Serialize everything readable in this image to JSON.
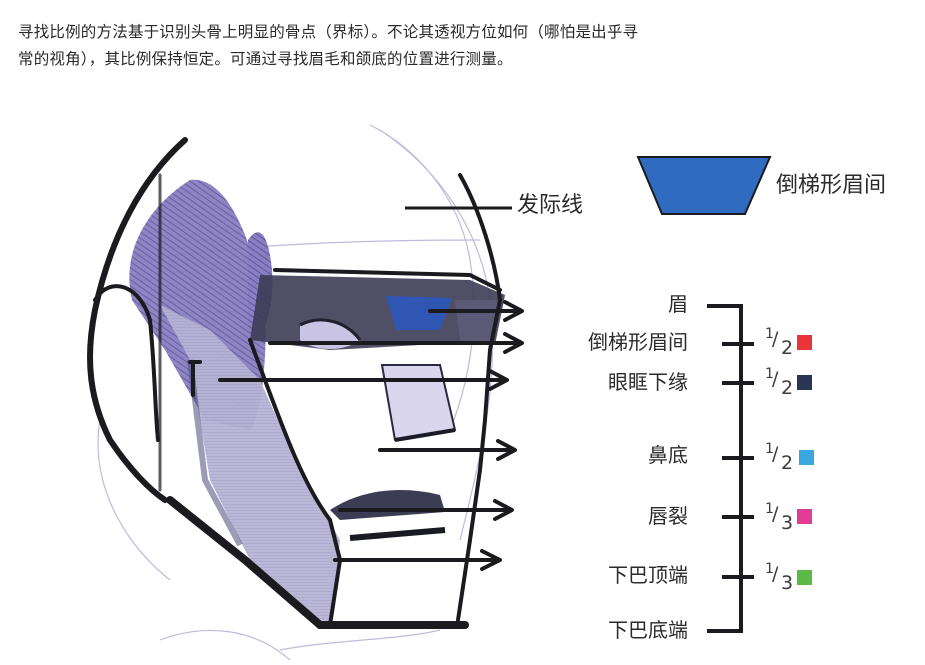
{
  "intro": {
    "line1": "寻找比例的方法基于识别头骨上明显的骨点（界标）。不论其透视方位如何（哪怕是出乎寻",
    "line2": "常的视角），其比例保持恒定。可通过寻找眉毛和颌底的位置进行测量。"
  },
  "figure": {
    "hairline_label": "发际线",
    "legend": {
      "shape": "inverted-trapezoid",
      "color": "#2f6bbf",
      "label": "倒梯形眉间"
    },
    "landmarks": [
      {
        "label": "眉",
        "tick": "top"
      },
      {
        "label": "倒梯形眉间",
        "tick": "mid"
      },
      {
        "label": "眼眶下缘",
        "tick": "mid"
      },
      {
        "label": "鼻底",
        "tick": "mid"
      },
      {
        "label": "唇裂",
        "tick": "mid"
      },
      {
        "label": "下巴顶端",
        "tick": "mid"
      },
      {
        "label": "下巴底端",
        "tick": "bottom"
      }
    ],
    "proportions": [
      {
        "numerator": "1",
        "denominator": "2",
        "color": "#e8353a"
      },
      {
        "numerator": "1",
        "denominator": "2",
        "color": "#2b3556"
      },
      {
        "numerator": "1",
        "denominator": "2",
        "color": "#3aa8e0"
      },
      {
        "numerator": "1",
        "denominator": "3",
        "color": "#e23d96"
      },
      {
        "numerator": "1",
        "denominator": "3",
        "color": "#5cb847"
      }
    ]
  }
}
